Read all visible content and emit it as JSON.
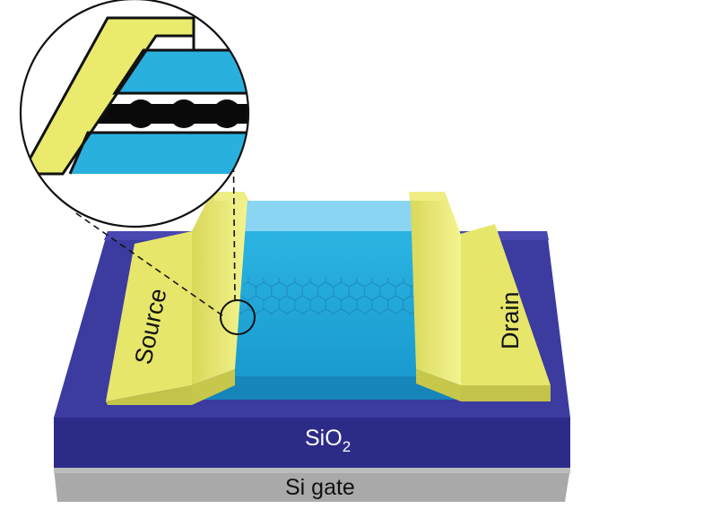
{
  "labels": {
    "source": "Source",
    "drain": "Drain",
    "oxide_main": "SiO",
    "oxide_sub": "2",
    "gate": "Si gate"
  },
  "colors": {
    "gold": "#e8e86a",
    "gold_dark": "#c9c94a",
    "gold_light": "#f2f28c",
    "oxide_top": "#3a3a9c",
    "oxide_front": "#2c2c86",
    "si_front": "#a8a8a8",
    "si_top": "#c4c4c4",
    "hbn": "#2ab0de",
    "hbn_light": "#7fd3f0",
    "graphene": "#111111"
  },
  "icons": {
    "zoom_circle": "magnifier-circle-icon",
    "hexagon_lattice": "graphene-lattice-icon"
  }
}
